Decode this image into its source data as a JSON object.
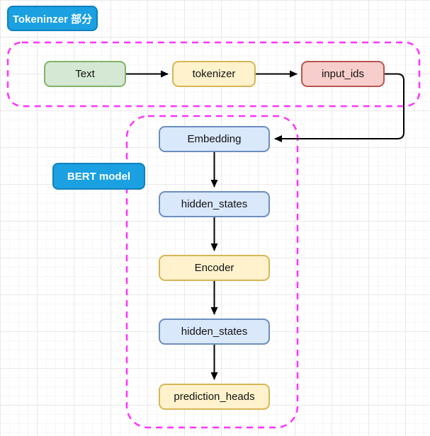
{
  "canvas": {
    "background": "#ffffff",
    "grid_minor_color": "#f6f6f6",
    "grid_major_color": "#e9e9e9"
  },
  "colors": {
    "section_label_fill": "#1ba0e1",
    "section_label_border": "#0f81bd",
    "section_label_text": "#ffffff",
    "container_dash": "#ff33ff",
    "node_green_fill": "#d5e8d4",
    "node_green_border": "#82b366",
    "node_yellow_fill": "#fff2cc",
    "node_yellow_border": "#d6b656",
    "node_red_fill": "#f8cecc",
    "node_red_border": "#b85450",
    "node_blue_fill": "#dae8fc",
    "node_blue_border": "#6c8ebf",
    "connector": "#000000"
  },
  "section_labels": {
    "tokenizer": "Tokeninzer 部分",
    "bert": "BERT model"
  },
  "nodes": {
    "text": "Text",
    "tokenizer": "tokenizer",
    "input_ids": "input_ids",
    "embedding": "Embedding",
    "hidden_states_1": "hidden_states",
    "encoder": "Encoder",
    "hidden_states_2": "hidden_states",
    "prediction_heads": "prediction_heads"
  },
  "flow": {
    "tokenizer_section": [
      "Text",
      "tokenizer",
      "input_ids"
    ],
    "bert_section": [
      "Embedding",
      "hidden_states",
      "Encoder",
      "hidden_states",
      "prediction_heads"
    ]
  }
}
